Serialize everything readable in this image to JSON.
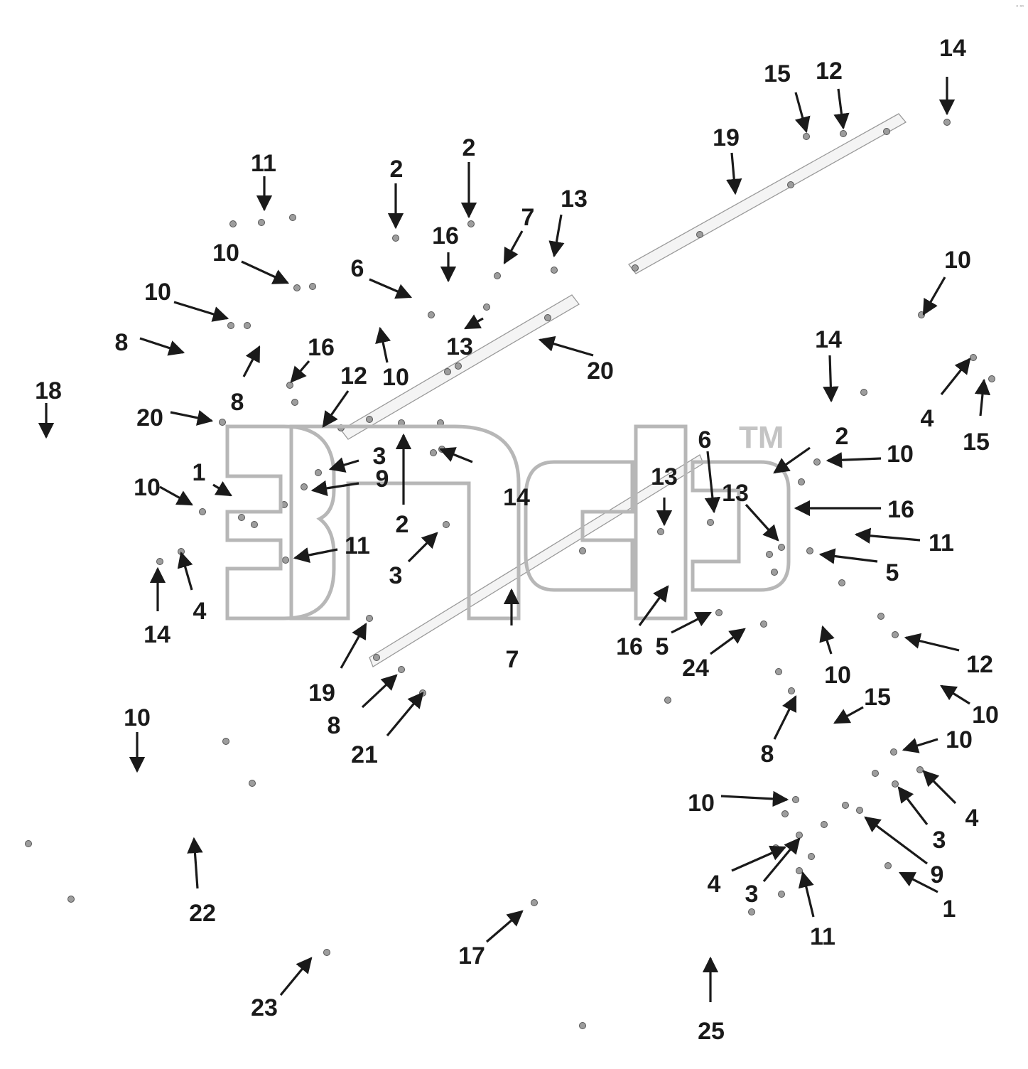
{
  "diagram": {
    "callout_labels": [
      "14",
      "15",
      "12",
      "19",
      "11",
      "2",
      "2",
      "13",
      "7",
      "16",
      "10",
      "6",
      "10",
      "13",
      "20",
      "8",
      "8",
      "10",
      "16",
      "12",
      "18",
      "10",
      "20",
      "14",
      "15",
      "4",
      "3",
      "9",
      "1",
      "10",
      "14",
      "13",
      "2",
      "13",
      "2",
      "10",
      "6",
      "16",
      "11",
      "11",
      "5",
      "3",
      "4",
      "14",
      "19",
      "7",
      "16",
      "5",
      "24",
      "10",
      "12",
      "8",
      "15",
      "10",
      "21",
      "10",
      "8",
      "10",
      "4",
      "10",
      "3",
      "9",
      "4",
      "3",
      "22",
      "1",
      "11",
      "17",
      "23",
      "25"
    ],
    "watermark_text": "3nca",
    "watermark_trademark": "TM"
  }
}
